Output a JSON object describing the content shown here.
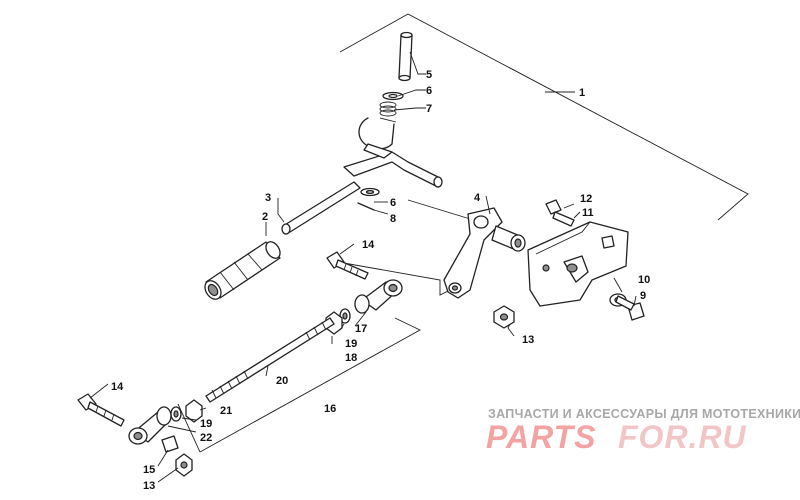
{
  "callouts": {
    "c1": "1",
    "c2": "2",
    "c3": "3",
    "c4": "4",
    "c5": "5",
    "c6a": "6",
    "c7": "7",
    "c6b": "6",
    "c8": "8",
    "c9": "9",
    "c10": "10",
    "c11": "11",
    "c12": "12",
    "c13a": "13",
    "c14a": "14",
    "c17": "17",
    "c19a": "19",
    "c18": "18",
    "c20": "20",
    "c14b": "14",
    "c16": "16",
    "c21": "21",
    "c19b": "19",
    "c22": "22",
    "c15": "15",
    "c13b": "13"
  },
  "watermark": {
    "tagline": "ЗАПЧАСТИ И АКСЕССУАРЫ ДЛЯ МОТОТЕХНИКИ",
    "logo_left": "PARTS",
    "logo_right": "FOR.RU",
    "color_logo_left": "#f4a3a3",
    "color_logo_right": "#f2c6c6"
  }
}
